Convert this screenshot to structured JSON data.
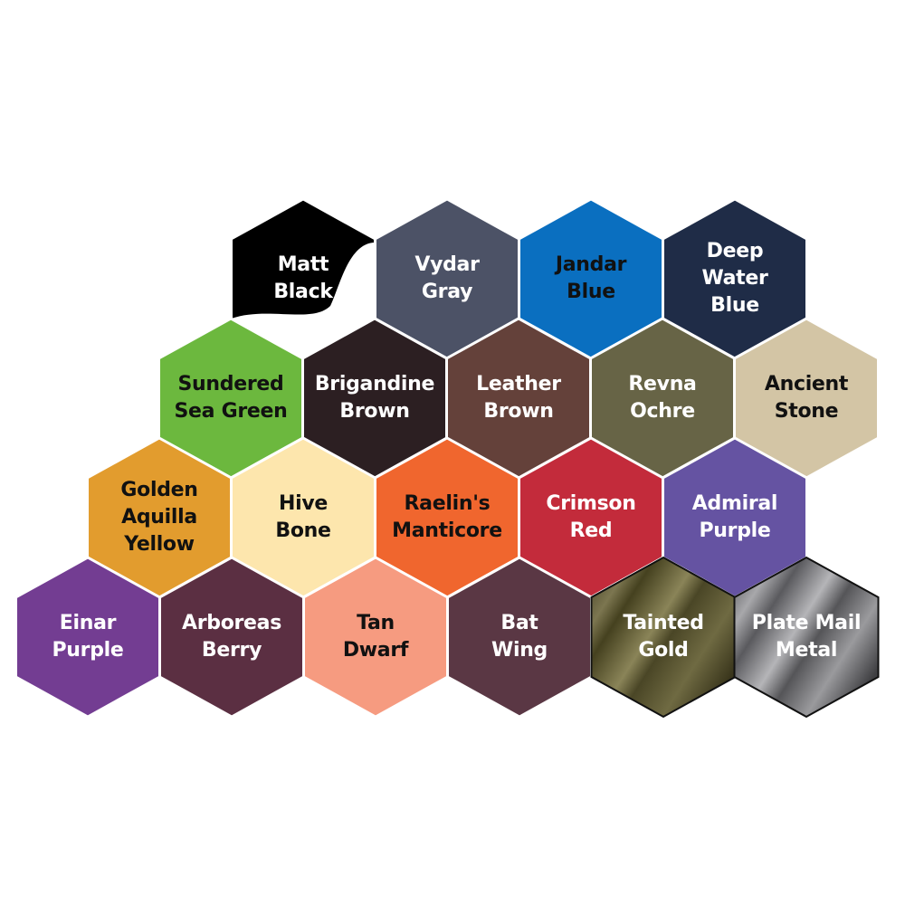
{
  "swatches": [
    {
      "lines": [
        "Matt",
        "Black"
      ],
      "color": "#000000",
      "text": "#ffffff",
      "finish": "matt-black"
    },
    {
      "lines": [
        "Vydar",
        "Gray"
      ],
      "color": "#4c5266",
      "text": "#ffffff"
    },
    {
      "lines": [
        "Jandar",
        "Blue"
      ],
      "color": "#0a6fc0",
      "text": "#111111"
    },
    {
      "lines": [
        "Deep",
        "Water",
        "Blue"
      ],
      "color": "#1f2c47",
      "text": "#ffffff"
    },
    {
      "lines": [
        "Sundered",
        "Sea Green"
      ],
      "color": "#6cb83e",
      "text": "#111111"
    },
    {
      "lines": [
        "Brigandine",
        "Brown"
      ],
      "color": "#2c1f22",
      "text": "#ffffff"
    },
    {
      "lines": [
        "Leather",
        "Brown"
      ],
      "color": "#64413a",
      "text": "#ffffff"
    },
    {
      "lines": [
        "Revna",
        "Ochre"
      ],
      "color": "#676446",
      "text": "#ffffff"
    },
    {
      "lines": [
        "Ancient",
        "Stone"
      ],
      "color": "#d3c5a5",
      "text": "#111111"
    },
    {
      "lines": [
        "Golden",
        "Aquilla",
        "Yellow"
      ],
      "color": "#e29c2e",
      "text": "#111111"
    },
    {
      "lines": [
        "Hive",
        "Bone"
      ],
      "color": "#fde6ad",
      "text": "#111111"
    },
    {
      "lines": [
        "Raelin's",
        "Manticore"
      ],
      "color": "#f0662e",
      "text": "#111111"
    },
    {
      "lines": [
        "Crimson",
        "Red"
      ],
      "color": "#c32b3b",
      "text": "#ffffff"
    },
    {
      "lines": [
        "Admiral",
        "Purple"
      ],
      "color": "#6553a2",
      "text": "#ffffff"
    },
    {
      "lines": [
        "Einar",
        "Purple"
      ],
      "color": "#733d92",
      "text": "#ffffff"
    },
    {
      "lines": [
        "Arboreas",
        "Berry"
      ],
      "color": "#5b2f42",
      "text": "#ffffff"
    },
    {
      "lines": [
        "Tan",
        "Dwarf"
      ],
      "color": "#f69b80",
      "text": "#111111"
    },
    {
      "lines": [
        "Bat",
        "Wing"
      ],
      "color": "#5a3744",
      "text": "#ffffff"
    },
    {
      "lines": [
        "Tainted",
        "Gold"
      ],
      "color": "#4f4a2c",
      "text": "#ffffff",
      "finish": "metallic-gold"
    },
    {
      "lines": [
        "Plate Mail",
        "Metal"
      ],
      "color": "#6b6b6e",
      "text": "#ffffff",
      "finish": "metallic-silver"
    }
  ]
}
